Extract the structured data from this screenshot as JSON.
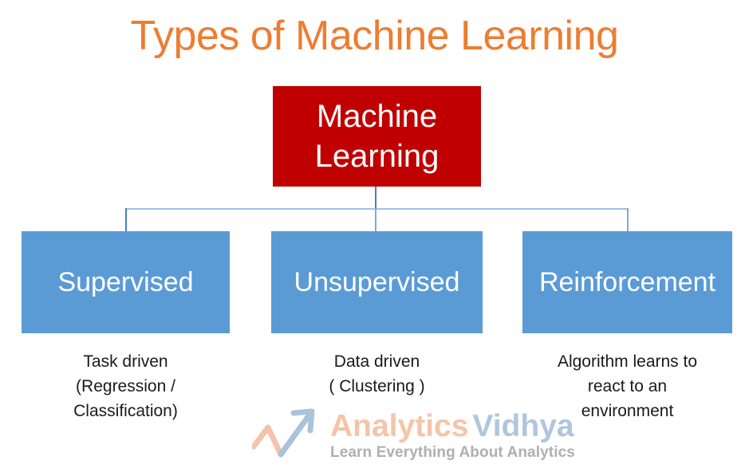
{
  "page": {
    "title": "Types of Machine Learning",
    "background_color": "#FFFFFF"
  },
  "colors": {
    "title_orange": "#ED7D31",
    "root_red": "#C00000",
    "branch_blue": "#5B9BD5",
    "connector_blue": "#4A7EBB",
    "connector_light_blue": "#9DC3E6",
    "caption_text": "#1A1A1A",
    "logo_orange": "#F5C4A8",
    "logo_blue": "#AFC6DC",
    "logo_tagline_gray": "#AFAFAF"
  },
  "diagram": {
    "root": {
      "label": "Machine\nLearning",
      "label_line1": "Machine",
      "label_line2": "Learning"
    },
    "branches": [
      {
        "label": "Supervised",
        "caption": "Task driven\n(Regression /\nClassification)"
      },
      {
        "label": "Unsupervised",
        "caption": "Data driven\n( Clustering )"
      },
      {
        "label": "Reinforcement",
        "caption": "Algorithm learns to\nreact to an\nenvironment"
      }
    ]
  },
  "watermark": {
    "icon": "rising-arrow-chart-icon",
    "word_primary": "Analytics",
    "word_secondary": "Vidhya",
    "tagline": "Learn Everything About Analytics"
  }
}
